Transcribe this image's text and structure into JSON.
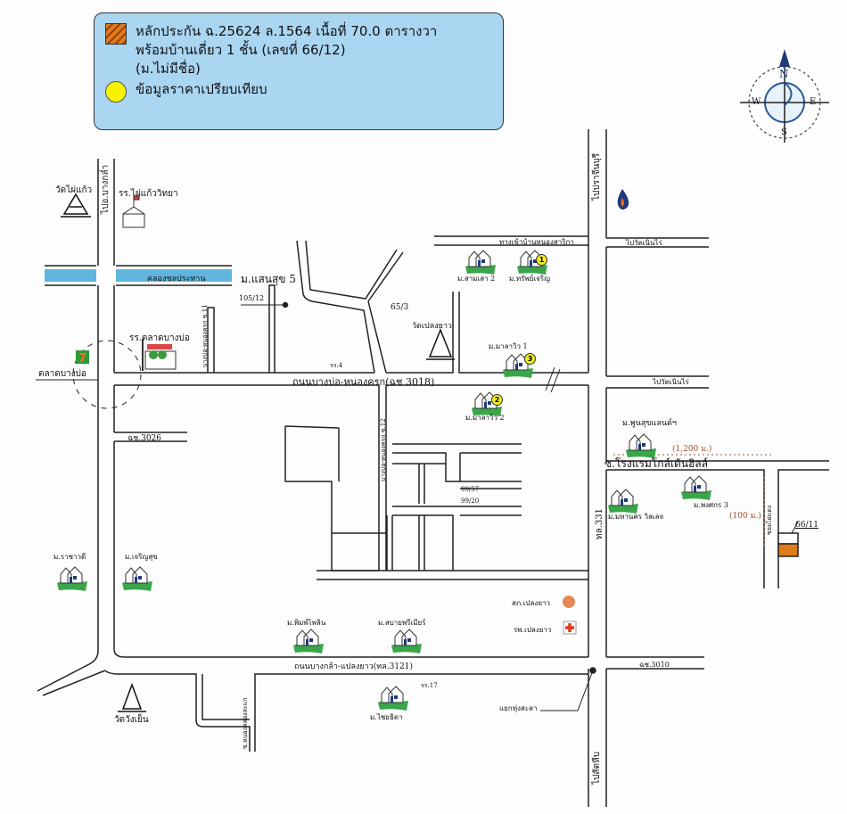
{
  "legend": {
    "subject_line1": "หลักประกัน ฉ.25624 ล.1564 เนื้อที่ 70.0 ตารางวา",
    "subject_line2": "พร้อมบ้านเดี่ยว 1 ชั้น (เลขที่ 66/12)",
    "subject_line3": "(ม.ไม่มีชื่อ)",
    "comparable": "ข้อมูลราคาเปรียบเทียบ",
    "subject_color": "#e07a1a",
    "comparable_color": "#f7f200"
  },
  "compass": {
    "n": "N",
    "s": "S",
    "e": "E",
    "w": "W"
  },
  "labels": {
    "wat_phai_kaeo": "วัดไผ่แก้ว",
    "to_bang_kham": "ไปอ.บางกล่ำ",
    "school_phai_kaeo": "รร.ไผ่แก้ววิทยา",
    "canal": "คลองชลประทาน",
    "mu_saensuk5": "ม.แสนสุข 5",
    "no_105_12": "105/12",
    "soi_nongkhrok11": "บางบ่อ-หนองครก ซ.11",
    "school_talat": "รร.ตลาดบางบ่อ",
    "talat_bangbo": "ตลาดบางบ่อ",
    "jch3026": "ฉช.3026",
    "no_65_3": "65/3",
    "wat_plongyao": "วัดเปลงยาว",
    "school_4": "รร.4",
    "main_road": "ถนนบางบ่อ-หนองครก(ฉช 3018)",
    "soi_nongkhrok12": "บางบ่อ-หนองครก ซ.12",
    "no_99_57": "99/57",
    "no_99_20": "99/20",
    "entry_nongsarika": "ทางเข้าบ้านหนองสาริกา",
    "mu_samsao2": "ม.สามเสา 2",
    "mu_sapcharoen": "ม.ทรัพย์เจริญ",
    "mu_malawin1": "ม.มาลาวิว 1",
    "mu_malawin2": "ม.มาลาวิว 2",
    "to_prachinburi": "ไปปราจีนบุรี",
    "to_wat_noenrai1": "ไปวัดเนินไร่",
    "to_wat_noenrai2": "ไปวัดเนินไร่",
    "mu_phunsuk": "ม.พูนสุขแลนด์ฯ",
    "dist_1200": "(1,200 ม.)",
    "soi_hotel": "ซ.โรงแรมโกล์เด้นฮิลล์",
    "tl331": "ทล.331",
    "mu_mahanakhon": "ม.มหานคร วิลเลจ",
    "mu_phongsakorn3": "ม.พงศกร 3",
    "dist_100": "(100 ม.)",
    "soi_phaidaeng": "ซอยไผ่แดง",
    "no_66_11": "66/11",
    "mu_rachawadi": "ม.ราชาวดี",
    "mu_charoensuk": "ม.เจริญสุข",
    "mu_phimpilai": "ม.พิมพ์ไพลิน",
    "mu_sabaiburi": "ม.สบายพรีเมียร์",
    "police_plongyao": "สภ.เปลงยาว",
    "hospital_plongyao": "รพ.เปลงยาว",
    "bottom_road": "ถนนบางกล้า-แปลงยาว(ทล.3121)",
    "jch3010": "ฉช.3010",
    "school_17": "รร.17",
    "wat_wangyen": "วัดวังเย็น",
    "soi_nongkhrok_bottom": "ซ.หนองคลองสะแก",
    "mu_chaiyathida": "ม.ไชยธิดา",
    "yaek_thungsala": "แยกทุ่งสะลา",
    "to_sadhin": "ไปสัตหีบ"
  }
}
